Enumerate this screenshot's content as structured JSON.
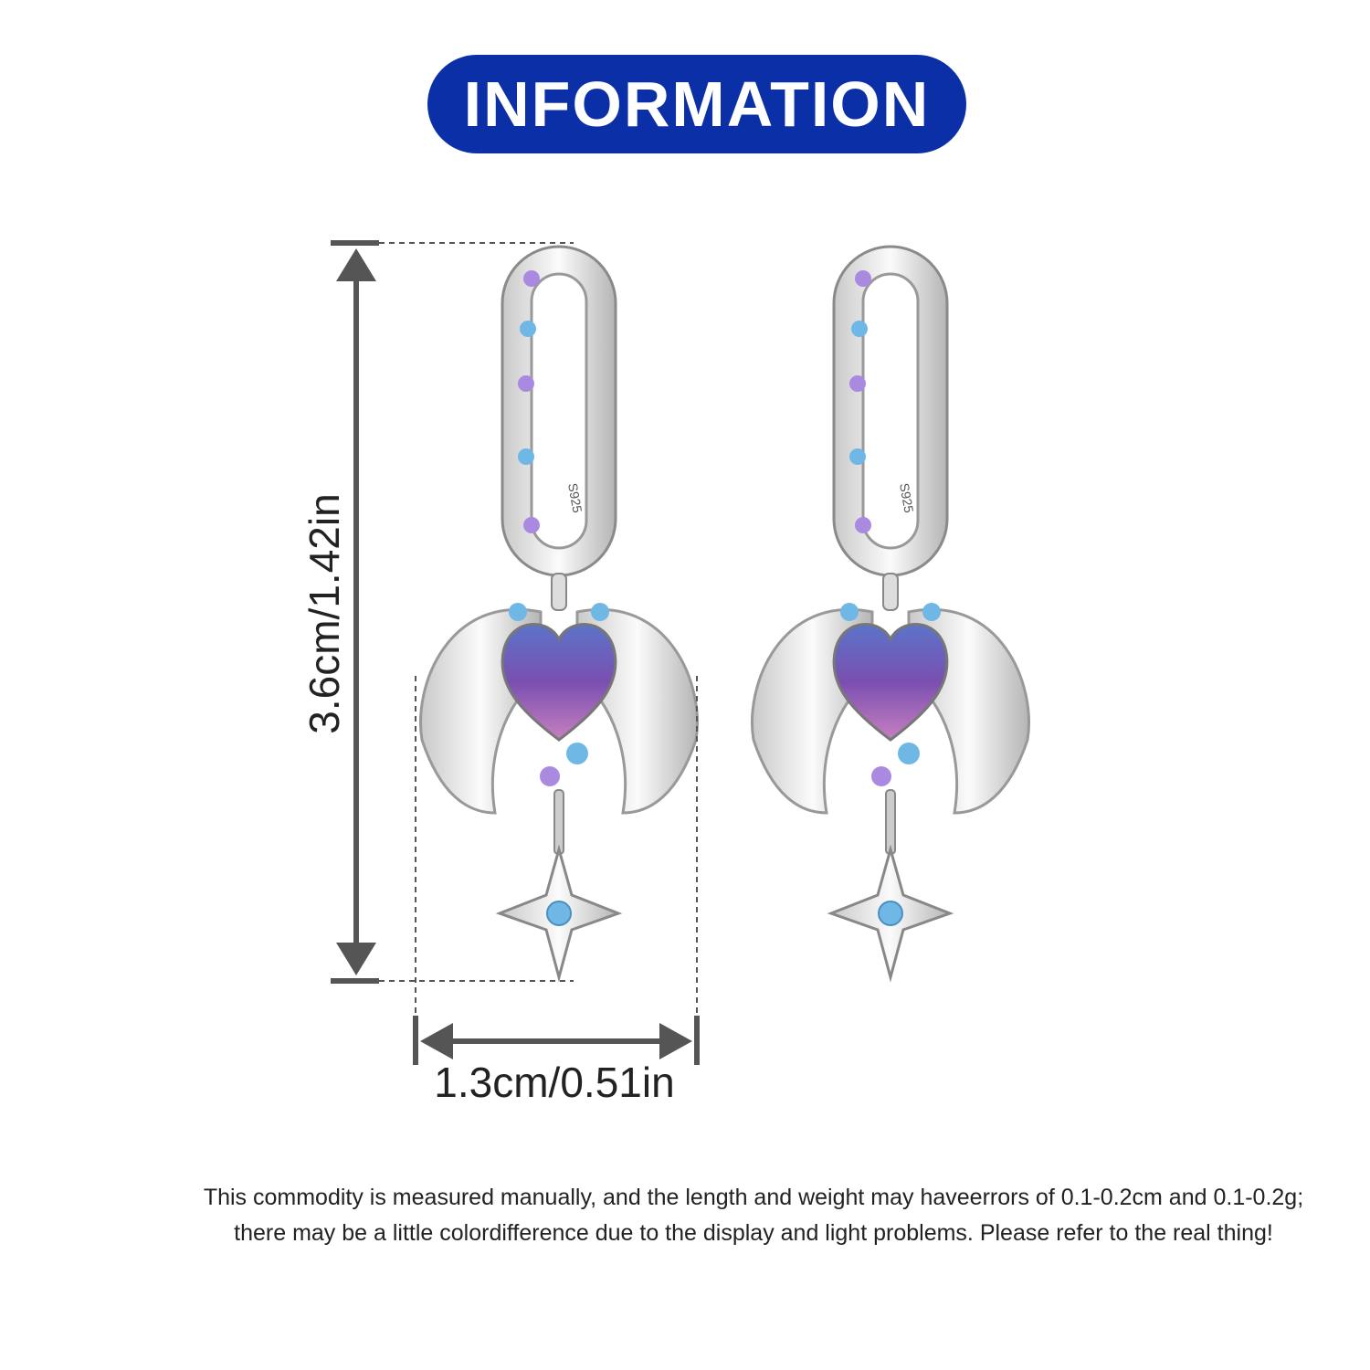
{
  "header": {
    "title": "INFORMATION",
    "banner_color": "#0b2fa6"
  },
  "dimensions": {
    "height_label": "3.6cm/1.42in",
    "width_label": "1.3cm/0.51in"
  },
  "product": {
    "stamp": "S925",
    "stone_colors": [
      "#8a6fd6",
      "#6fb8e6"
    ]
  },
  "disclaimer": {
    "line1": "This commodity is measured manually, and the length and weight may haveerrors of 0.1-0.2cm and 0.1-0.2g;",
    "line2": "there may be a little colordifference due to the display and light problems. Please refer to the real thing!"
  }
}
